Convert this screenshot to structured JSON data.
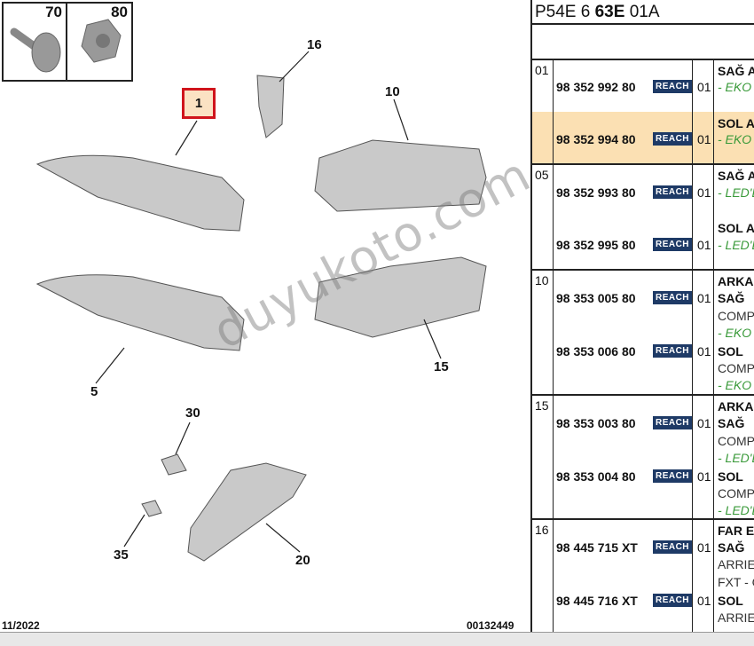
{
  "diagram": {
    "boxes": [
      "70",
      "80"
    ],
    "callouts": {
      "c1": "1",
      "c16": "16",
      "c10": "10",
      "c5": "5",
      "c15": "15",
      "c30": "30",
      "c35": "35",
      "c20": "20"
    },
    "watermark": "duyukoto.com",
    "date": "11/2022",
    "code": "00132449"
  },
  "table": {
    "title_a": "P54E 6 ",
    "title_b": "63E",
    "title_c": " 01A",
    "reach": "REACH",
    "groups": [
      {
        "ref": "01",
        "entries": [
          {
            "part": "98 352 992 80",
            "qty": "01",
            "desc": [
              "SAĞ A",
              "- EKO"
            ]
          },
          {
            "part": "98 352 994 80",
            "qty": "01",
            "desc": [
              "SOL A",
              "- EKO"
            ]
          }
        ]
      },
      {
        "ref": "05",
        "entries": [
          {
            "part": "98 352 993 80",
            "qty": "01",
            "desc": [
              "SAĞ A",
              "- LED'L"
            ]
          },
          {
            "part": "98 352 995 80",
            "qty": "01",
            "desc": [
              "SOL A",
              "- LED'L"
            ]
          }
        ]
      },
      {
        "ref": "10",
        "entries": [
          {
            "part": "98 353 005 80",
            "qty": "01",
            "desc": [
              "ARKA",
              "SAĞ",
              "COMP",
              "- EKO"
            ]
          },
          {
            "part": "98 353 006 80",
            "qty": "01",
            "desc": [
              "SOL",
              "COMP",
              "- EKO"
            ]
          }
        ]
      },
      {
        "ref": "15",
        "entries": [
          {
            "part": "98 353 003 80",
            "qty": "01",
            "desc": [
              "ARKA",
              "SAĞ",
              "COMP",
              "- LED'L"
            ]
          },
          {
            "part": "98 353 004 80",
            "qty": "01",
            "desc": [
              "SOL",
              "COMP",
              "- LED'L"
            ]
          }
        ]
      },
      {
        "ref": "16",
        "entries": [
          {
            "part": "98 445 715 XT",
            "qty": "01",
            "desc": [
              "FAR E",
              "SAĞ",
              "ARRIE",
              "FXT - C"
            ]
          },
          {
            "part": "98 445 716 XT",
            "qty": "01",
            "desc": [
              "SOL",
              "ARRIE"
            ]
          }
        ]
      }
    ]
  },
  "colors": {
    "highlight": "#fbe0b3",
    "reach_badge": "#1e3a66",
    "green_text": "#3a9a3a",
    "callout_box": "#d0141c"
  }
}
